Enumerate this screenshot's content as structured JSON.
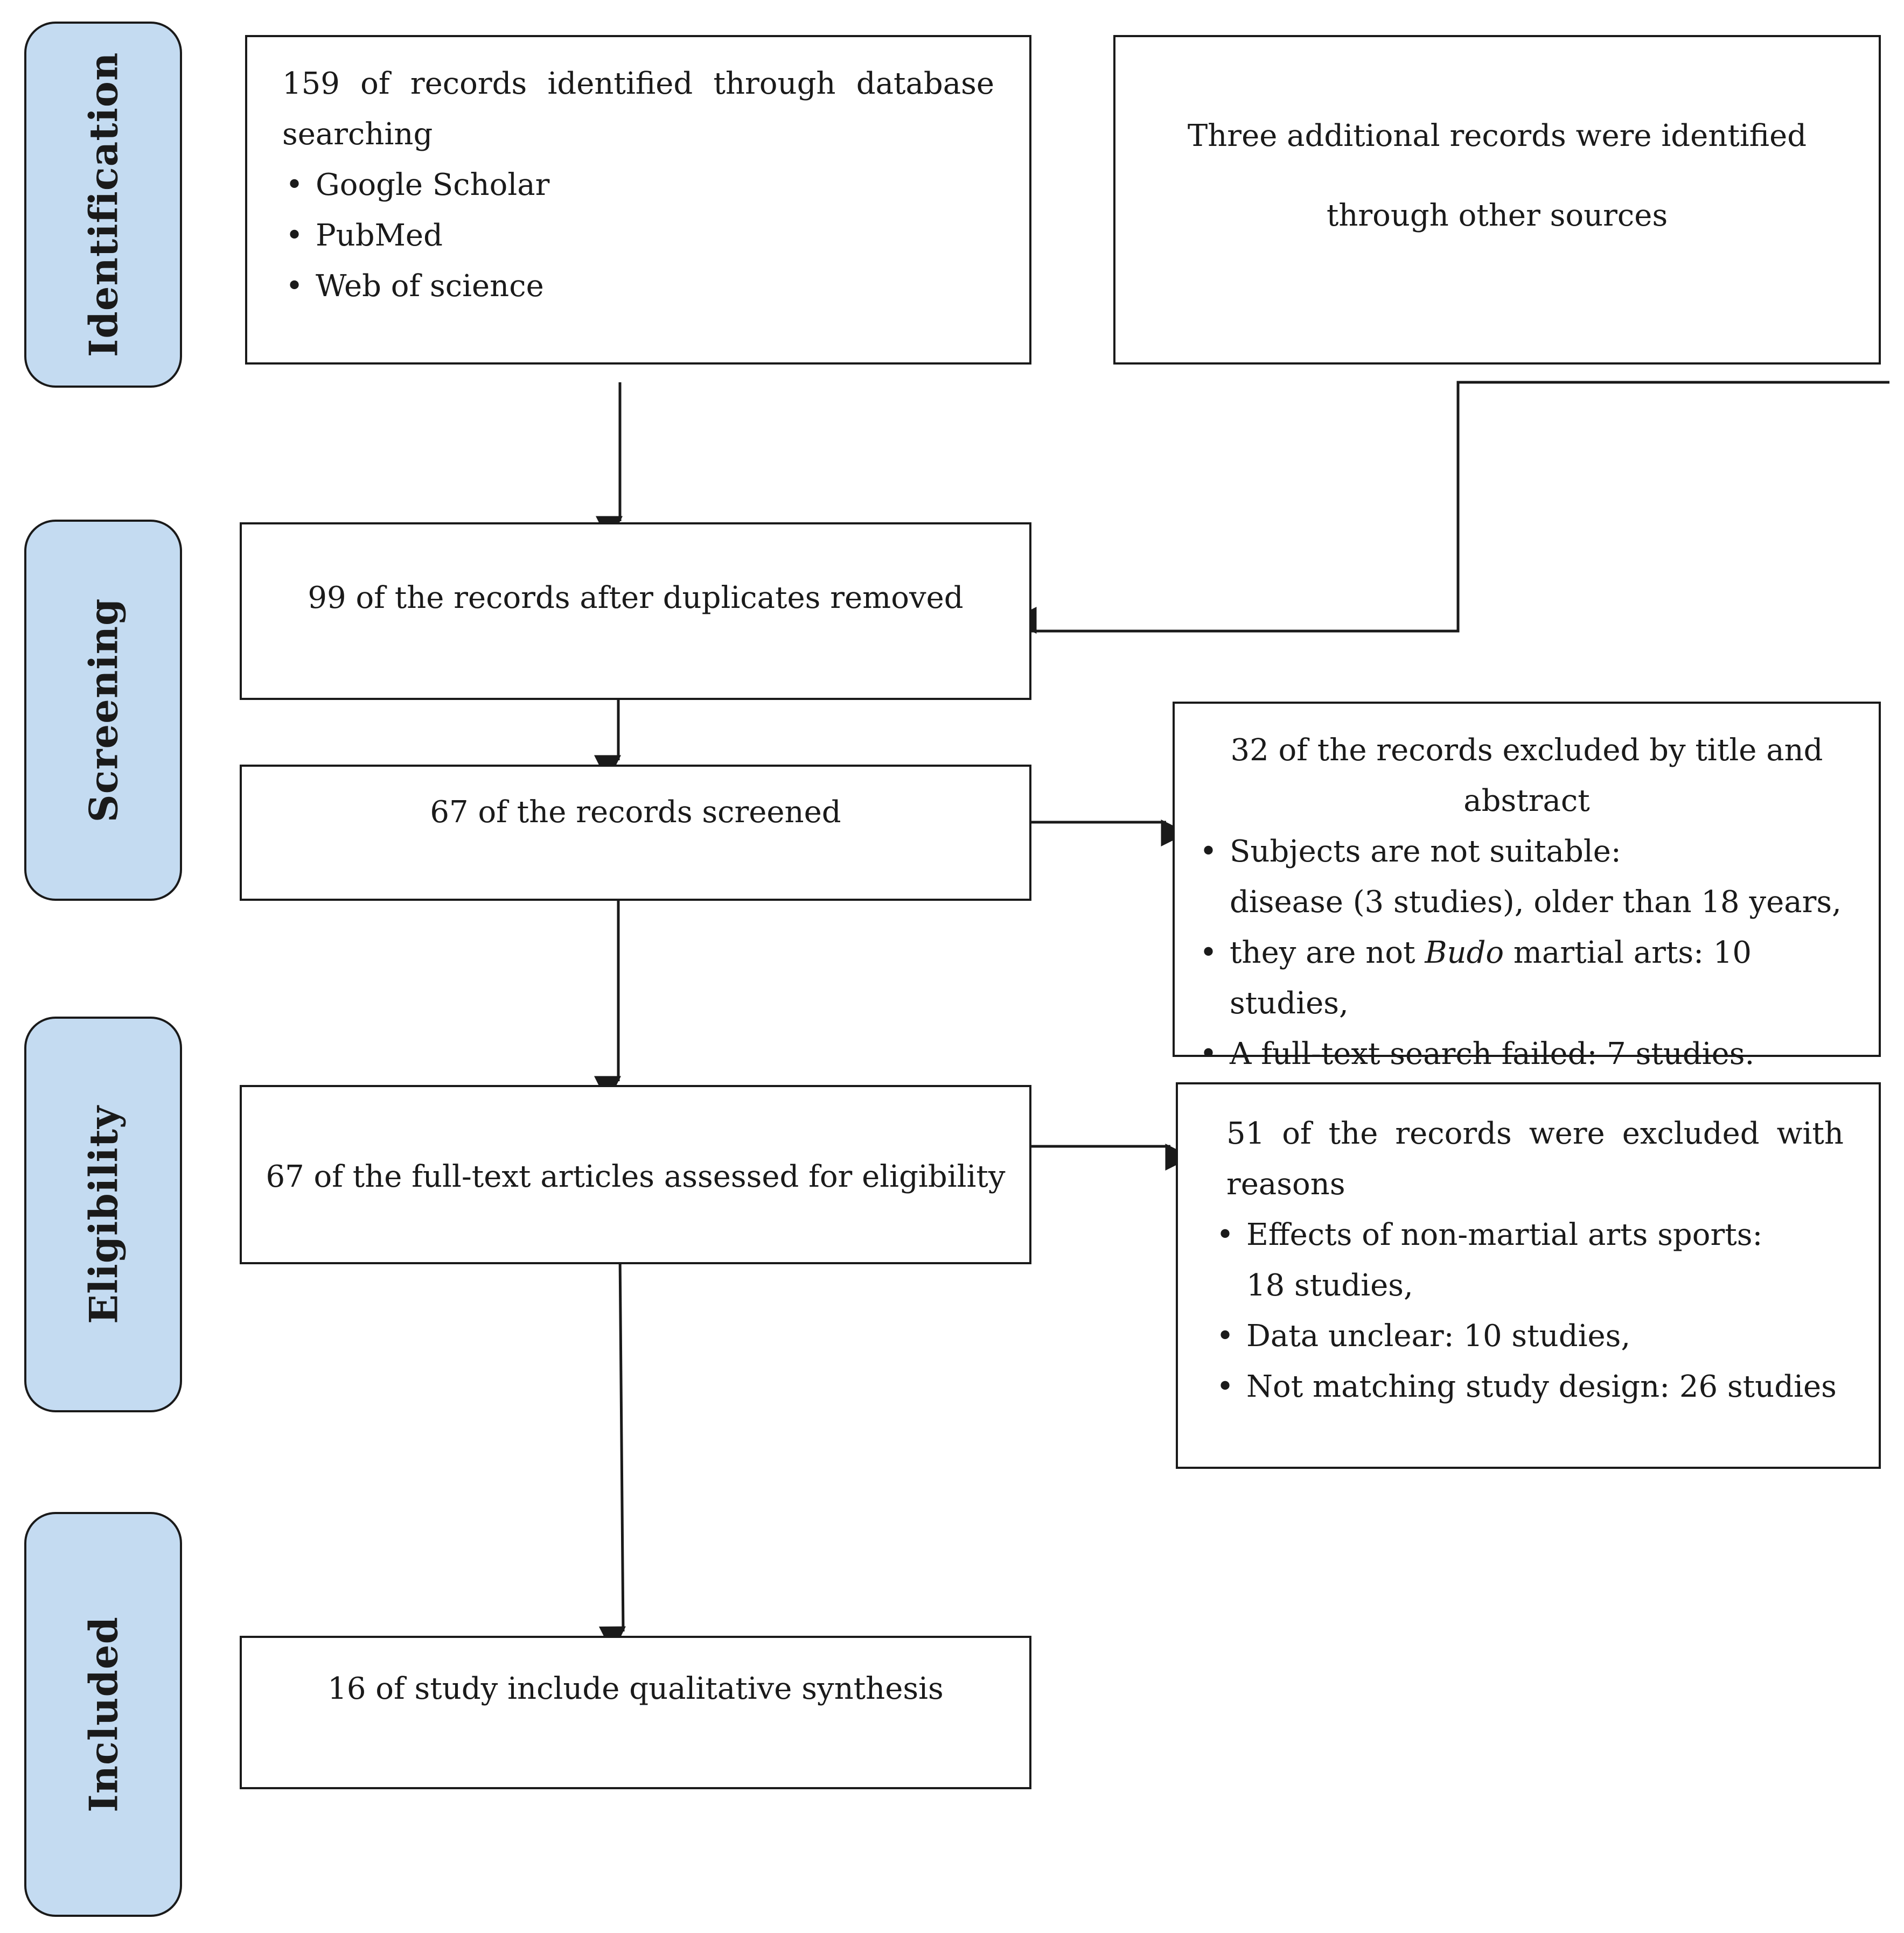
{
  "phases": [
    {
      "label": "Identification"
    },
    {
      "label": "Screening"
    },
    {
      "label": "Eligibility"
    },
    {
      "label": "Included"
    }
  ],
  "identification": {
    "database_title": "159 of records identified through database",
    "database_title_cont": "searching",
    "sources": [
      "Google Scholar",
      "PubMed",
      "Web of science"
    ],
    "other_sources_line1": "Three additional records were identified",
    "other_sources_line2": "through other sources"
  },
  "screening": {
    "after_duplicates": "99 of the records after duplicates removed",
    "screened": "67 of the records screened",
    "excluded_title_line1": "32 of the records excluded by title and",
    "excluded_title_line2": "abstract",
    "excluded_item1": "Subjects are not suitable:",
    "excluded_item1_cont": "disease (3 studies), older than 18 years,",
    "excluded_item2_pre": "they are not ",
    "excluded_item2_italic": "Budo",
    "excluded_item2_post": " martial arts: 10 studies,",
    "excluded_item3": "A full-text search failed: 7 studies."
  },
  "eligibility": {
    "assessed": "67 of the full-text articles assessed for eligibility",
    "excluded_title_line1": "51 of the records were excluded with",
    "excluded_title_line2": "reasons",
    "excluded_item1": "Effects of non-martial arts sports:",
    "excluded_item1_cont": "18 studies,",
    "excluded_item2": "Data unclear: 10 studies,",
    "excluded_item3": "Not matching study design: 26 studies"
  },
  "included": {
    "synthesis": "16 of study include qualitative synthesis"
  }
}
